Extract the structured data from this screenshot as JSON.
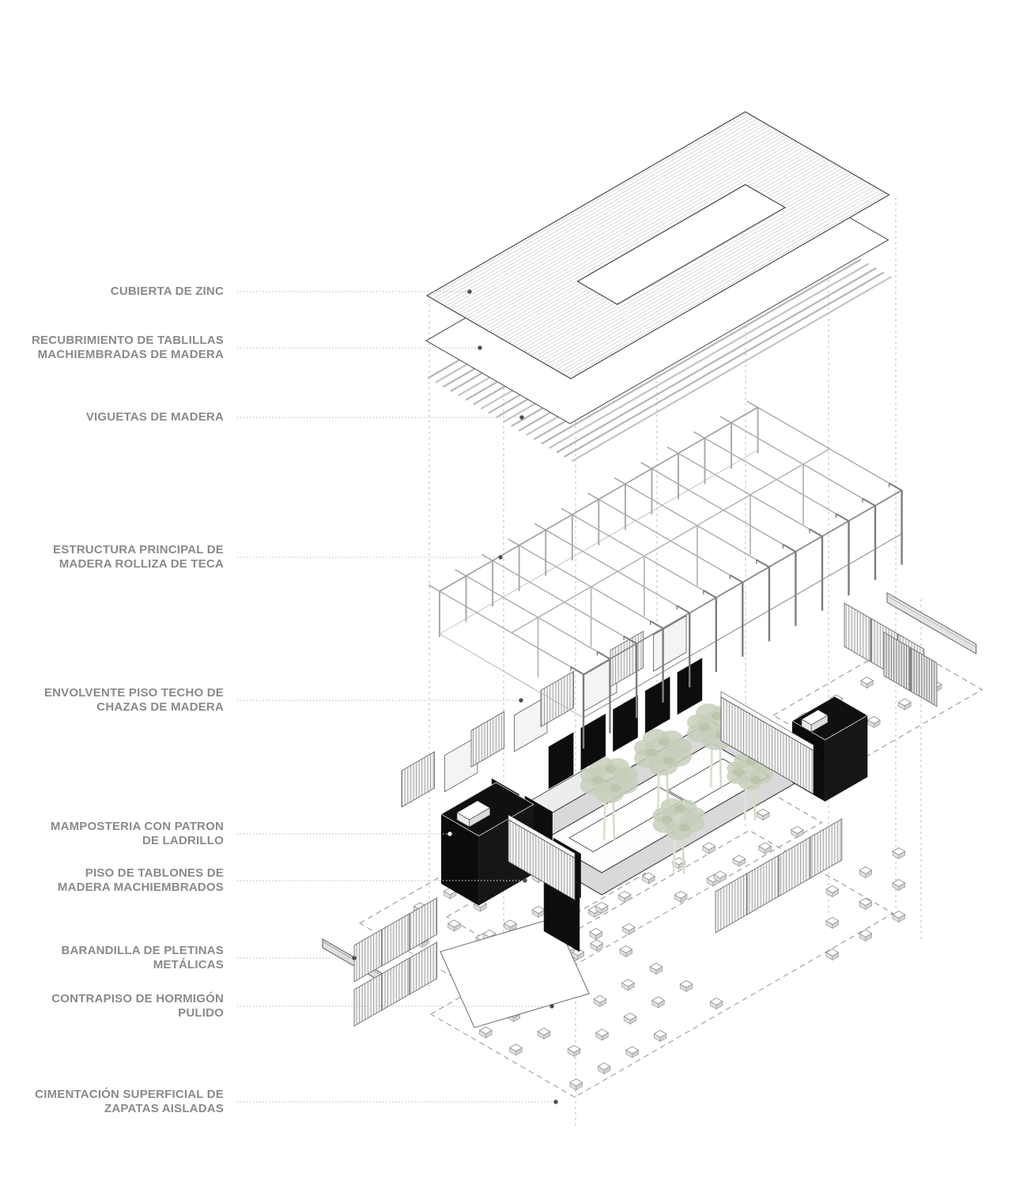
{
  "labels": [
    {
      "id": "cubierta",
      "text": "CUBIERTA DE ZINC"
    },
    {
      "id": "recubrimiento",
      "text": "RECUBRIMIENTO DE TABLILLAS\nMACHIEMBRADAS DE MADERA"
    },
    {
      "id": "viguetas",
      "text": "VIGUETAS DE MADERA"
    },
    {
      "id": "estructura",
      "text": "ESTRUCTURA PRINCIPAL DE\nMADERA ROLLIZA DE TECA"
    },
    {
      "id": "envolvente",
      "text": "ENVOLVENTE PISO TECHO DE\nCHAZAS DE MADERA"
    },
    {
      "id": "mamposteria",
      "text": "MAMPOSTERIA CON PATRON\nDE LADRILLO"
    },
    {
      "id": "piso",
      "text": "PISO DE TABLONES DE\nMADERA MACHIEMBRADOS"
    },
    {
      "id": "barandilla",
      "text": "BARANDILLA DE PLETINAS\nMETÁLICAS"
    },
    {
      "id": "contrapiso",
      "text": "CONTRAPISO DE HORMIGÓN\nPULIDO"
    },
    {
      "id": "cimentacion",
      "text": "CIMENTACIÓN SUPERFICIAL DE\nZAPATAS AISLADAS"
    }
  ],
  "colors": {
    "background": "#ffffff",
    "label_text": "#8a8a8a",
    "leader_line": "#c6c6c6",
    "leader_dot": "#4d4d4d",
    "leader_dot_on_black": "#ffffff",
    "outline_dark": "#4a4a4a",
    "outline_mid": "#6e6e6e",
    "sheet_fill": "#ffffff",
    "hatch_line": "#cdcdcd",
    "slat_line": "#8f8f8f",
    "panel_fill": "#f3f3f3",
    "joist": "#b6b6b6",
    "frame_light": "#ababab",
    "frame_mid": "#a0a0a0",
    "frame_dark": "#7d7d7d",
    "masonry_black": "#0d0d0d",
    "deck_fill": "#d9d9d9",
    "deck_inner": "#fdfdfd",
    "dashed_line": "#9a9a9a",
    "projection_line": "#bdbdbd",
    "tree_fill": "#c6cfbb",
    "tree_dark": "#aebb9e",
    "tree_trunk": "#dde3d2",
    "concrete_fill": "#ffffff",
    "footing_top": "#ffffff",
    "footing_side": "#e0e0e0",
    "railing_fill": "#dedede"
  }
}
